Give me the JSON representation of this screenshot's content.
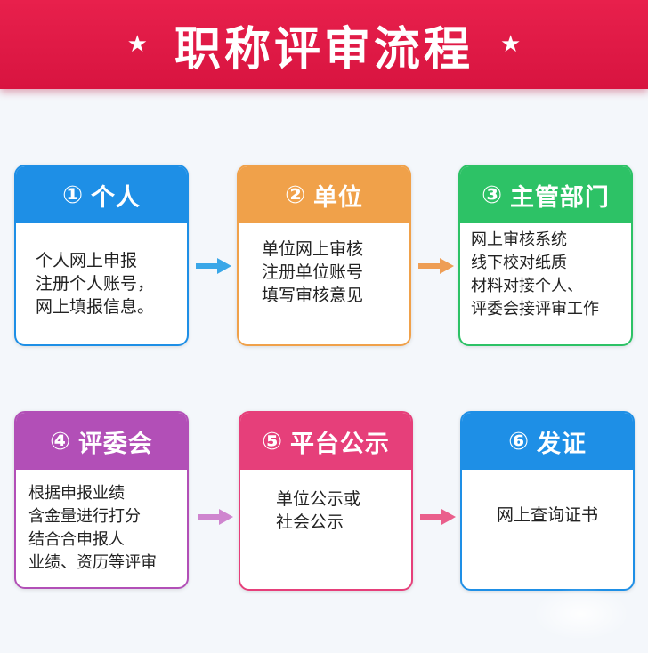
{
  "title": "职称评审流程",
  "colors": {
    "banner": "#e01a47",
    "step1": "#1e8fe6",
    "step2": "#f0a14a",
    "step3": "#2dc266",
    "step4": "#b24fb7",
    "step5": "#e63f7a",
    "step6": "#1e8fe6",
    "arrow_blue": "#3aa7e8",
    "arrow_orange": "#ee9e55",
    "arrow_purple": "#cf85cf",
    "arrow_pink": "#ea5f8c"
  },
  "steps": [
    {
      "num": "①",
      "label": "个人",
      "lines": [
        "个人网上申报",
        "注册个人账号，",
        "网上填报信息。"
      ]
    },
    {
      "num": "②",
      "label": "单位",
      "lines": [
        "单位网上审核",
        "注册单位账号",
        "填写审核意见"
      ]
    },
    {
      "num": "③",
      "label": "主管部门",
      "lines": [
        "网上审核系统",
        "线下校对纸质",
        "材料对接个人、",
        "评委会接评审工作"
      ]
    },
    {
      "num": "④",
      "label": "评委会",
      "lines": [
        "根据申报业绩",
        "含金量进行打分",
        "结合合申报人",
        "业绩、资历等评审"
      ]
    },
    {
      "num": "⑤",
      "label": "平台公示",
      "lines": [
        "单位公示或",
        "社会公示"
      ]
    },
    {
      "num": "⑥",
      "label": "发证",
      "lines": [
        "网上查询证书"
      ]
    }
  ]
}
